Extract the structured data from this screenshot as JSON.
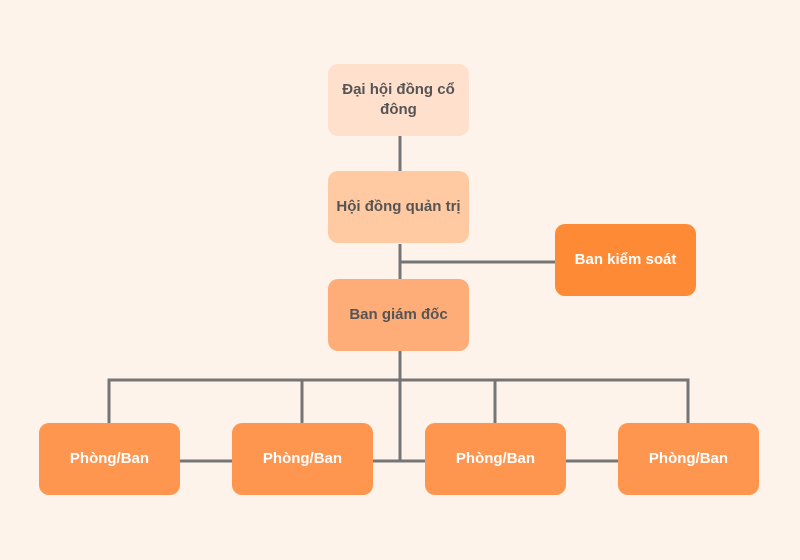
{
  "nodes": {
    "shareholders": {
      "label": "Đại hội đồng cổ đông",
      "color": "#ffe0cc"
    },
    "board": {
      "label": "Hội đồng quản trị",
      "color": "#ffc9a1"
    },
    "supervisory": {
      "label": "Ban kiểm soát",
      "color": "#ff8a36"
    },
    "directors": {
      "label": "Ban giám đốc",
      "color": "#ffad78"
    },
    "departments": [
      {
        "label": "Phòng/Ban"
      },
      {
        "label": "Phòng/Ban"
      },
      {
        "label": "Phòng/Ban"
      },
      {
        "label": "Phòng/Ban"
      }
    ],
    "department_color": "#ff9650"
  },
  "line_color": "#757575"
}
